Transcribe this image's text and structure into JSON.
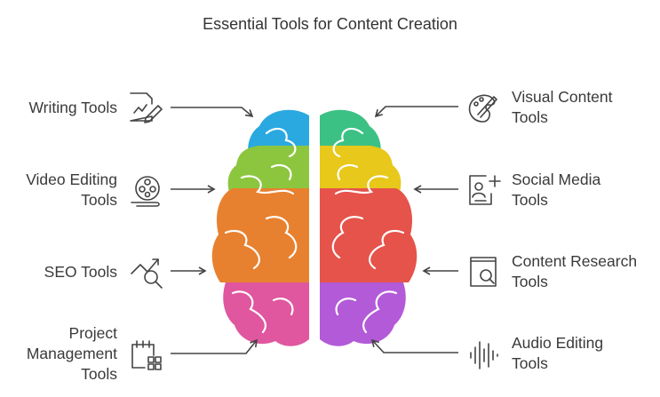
{
  "title": "Essential Tools for Content Creation",
  "left_items": [
    {
      "label": "Writing Tools",
      "icon": "writing-icon",
      "color": "#2aa9e0"
    },
    {
      "label": "Video Editing\nTools",
      "icon": "film-reel-icon",
      "color": "#8cc63f"
    },
    {
      "label": "SEO Tools",
      "icon": "seo-chart-icon",
      "color": "#e8812f"
    },
    {
      "label": "Project\nManagement\nTools",
      "icon": "project-calendar-icon",
      "color": "#e0569f"
    }
  ],
  "right_items": [
    {
      "label": "Visual Content\nTools",
      "icon": "palette-brush-icon",
      "color": "#3cc184"
    },
    {
      "label": "Social Media\nTools",
      "icon": "profile-plus-icon",
      "color": "#e8c81a"
    },
    {
      "label": "Content Research\nTools",
      "icon": "book-search-icon",
      "color": "#e5534b"
    },
    {
      "label": "Audio Editing\nTools",
      "icon": "sound-wave-icon",
      "color": "#b35ad8"
    }
  ]
}
